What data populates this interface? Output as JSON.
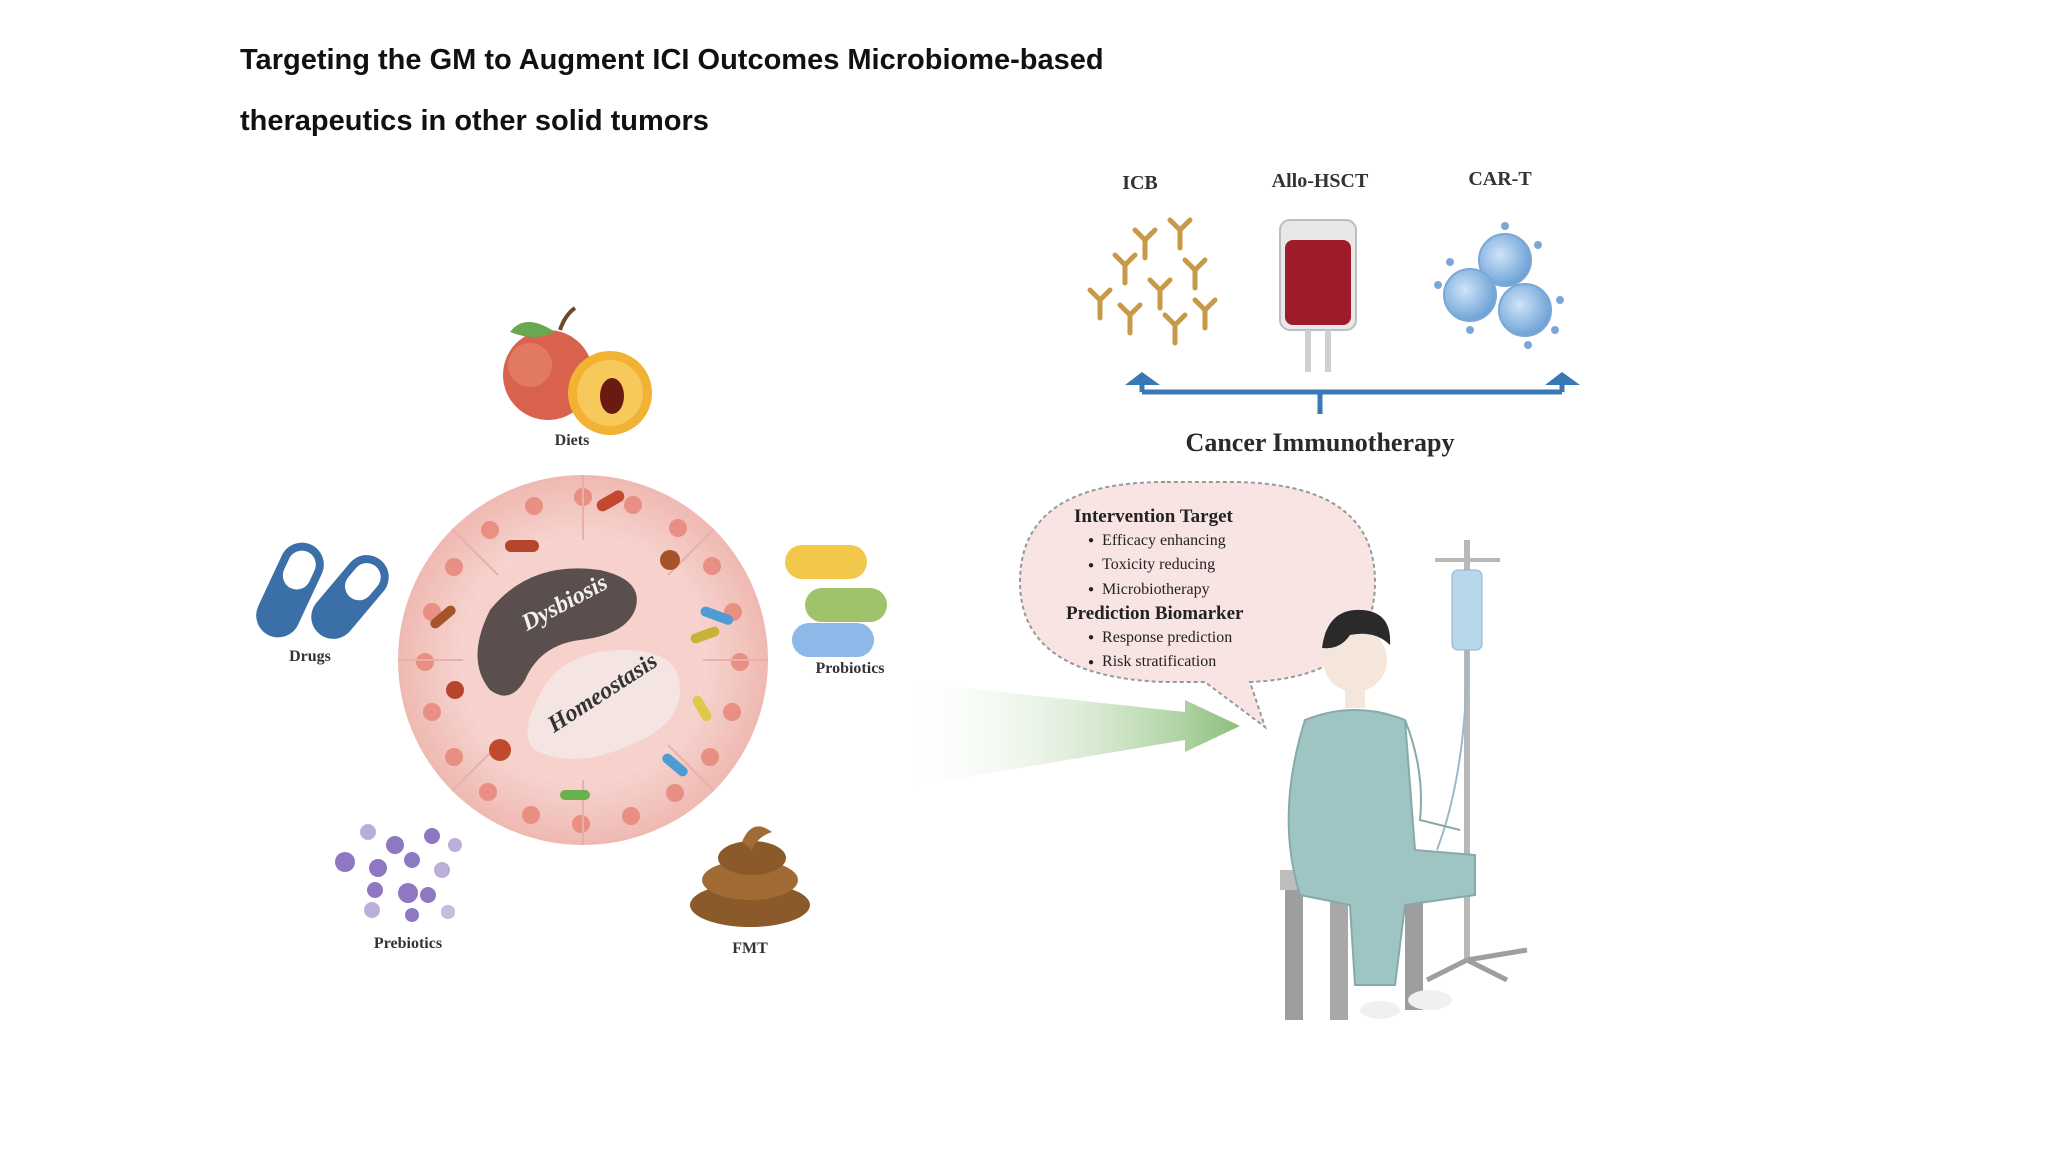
{
  "title": {
    "line1": "Targeting the GM to Augment ICI Outcomes Microbiome-based",
    "line2": "therapeutics in other solid tumors"
  },
  "interventions": {
    "diets": "Diets",
    "drugs": "Drugs",
    "probiotics": "Probiotics",
    "prebiotics": "Prebiotics",
    "fmt": "FMT"
  },
  "gut": {
    "dysbiosis": "Dysbiosis",
    "homeostasis": "Homeostasis"
  },
  "therapies": {
    "icb": "ICB",
    "allo_hsct": "Allo-HSCT",
    "car_t": "CAR-T",
    "group_label": "Cancer Immunotherapy"
  },
  "bubble": {
    "heading1": "Intervention Target",
    "items1": [
      "Efficacy enhancing",
      "Toxicity reducing",
      "Microbiotherapy"
    ],
    "heading2": "Prediction Biomarker",
    "items2": [
      "Response prediction",
      "Risk stratification"
    ]
  },
  "colors": {
    "gut_outer": "#f2c1bc",
    "dysbiosis": "#5a4e4e",
    "arrow_green": "#8bbf7a",
    "arrow_blue": "#3a78b5",
    "gown": "#9fc4c4"
  },
  "icons": [
    "peach-icon",
    "pill-icon",
    "probiotic-capsules-icon",
    "prebiotic-particles-icon",
    "stool-icon",
    "antibody-icon",
    "blood-bag-icon",
    "t-cell-icon",
    "patient-icon",
    "iv-stand-icon"
  ]
}
